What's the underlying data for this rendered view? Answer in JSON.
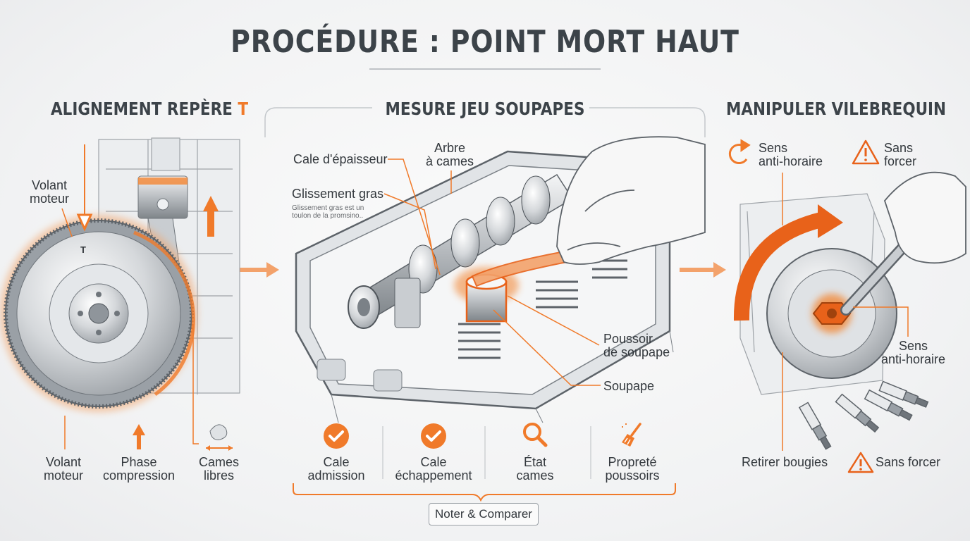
{
  "title": "PROCÉDURE : POINT MORT HAUT",
  "colors": {
    "accent": "#f07a2a",
    "ink": "#3c4349",
    "line": "#9aa0a6"
  },
  "left": {
    "heading": "ALIGNEMENT REPÈRE",
    "heading_accent": "T",
    "mark_letter": "T",
    "label_top": "Volant\nmoteur",
    "bottom_labels": [
      {
        "text": "Volant\nmoteur"
      },
      {
        "text": "Phase\ncompression"
      },
      {
        "text": "Cames\nlibres"
      }
    ]
  },
  "middle": {
    "heading": "MESURE JEU SOUPAPES",
    "callouts": {
      "feeler": "Cale d'épaisseur",
      "camshaft": "Arbre\nà cames",
      "slide": "Glissement gras",
      "slide_note": "Glissement gras est un\ntoulon de la promsino..",
      "tappet": "Poussoir\nde soupape",
      "valve": "Soupape"
    },
    "checklist": [
      {
        "icon": "check-icon",
        "label": "Cale\nadmission"
      },
      {
        "icon": "check-icon",
        "label": "Cale\néchappement"
      },
      {
        "icon": "search-icon",
        "label": "État\ncames"
      },
      {
        "icon": "broom-icon",
        "label": "Propreté\npoussoirs"
      }
    ],
    "footer_badge": "Noter & Comparer"
  },
  "right": {
    "heading": "MANIPULER VILEBREQUIN",
    "tip_rotate": "Sens\nanti-horaire",
    "tip_force": "Sans\nforcer",
    "label_side": "Sens\nanti-horaire",
    "bottom_left": "Retirer bougies",
    "bottom_right": "Sans forcer"
  }
}
